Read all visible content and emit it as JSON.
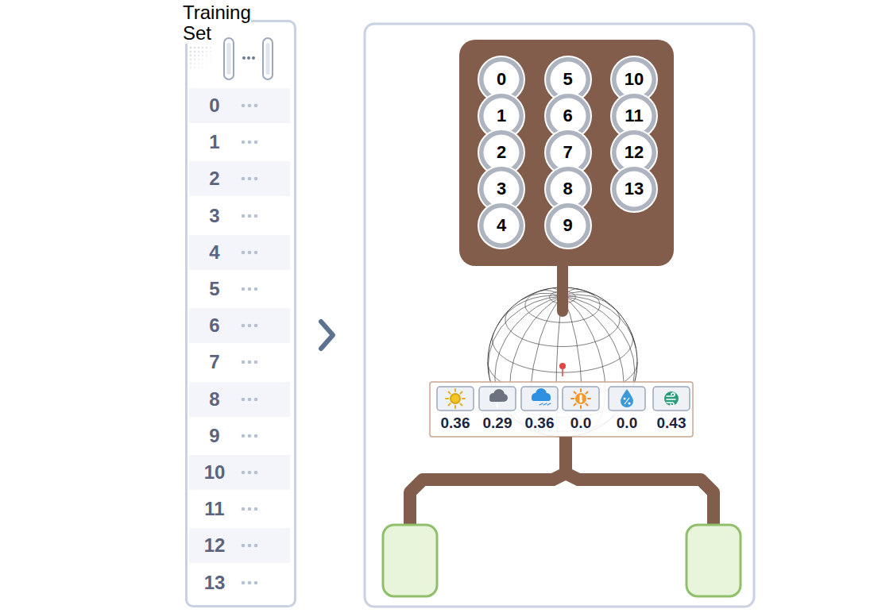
{
  "diagram": {
    "nodes": [
      {
        "text": [
          "Training Set"
        ]
      },
      {
        "text": [
          "0"
        ],
        "in": 0
      },
      {
        "text": [
          "1"
        ],
        "in": 0
      },
      {
        "text": [
          "2"
        ],
        "in": 0
      },
      {
        "text": [
          "3"
        ],
        "in": 0
      },
      {
        "text": [
          "4"
        ],
        "in": 0
      },
      {
        "text": [
          "5"
        ],
        "in": 0
      },
      {
        "text": [
          "6"
        ],
        "in": 0
      },
      {
        "text": [
          "7"
        ],
        "in": 0
      },
      {
        "text": [
          "8"
        ],
        "in": 0
      },
      {
        "text": [
          "9"
        ],
        "in": 0
      },
      {
        "text": [
          "10"
        ],
        "in": 0
      },
      {
        "text": [
          "11"
        ],
        "in": 0
      },
      {
        "text": [
          "12"
        ],
        "in": 0
      },
      {
        "text": [
          "13"
        ],
        "in": 0
      },
      {
        "text": [
          "0"
        ]
      },
      {
        "text": [
          "1"
        ]
      },
      {
        "text": [
          "2"
        ]
      },
      {
        "text": [
          "3"
        ]
      },
      {
        "text": [
          "4"
        ]
      },
      {
        "text": [
          "5"
        ]
      },
      {
        "text": [
          "6"
        ]
      },
      {
        "text": [
          "7"
        ]
      },
      {
        "text": [
          "8"
        ]
      },
      {
        "text": [
          "9"
        ]
      },
      {
        "text": [
          "10"
        ]
      },
      {
        "text": [
          "11"
        ]
      },
      {
        "text": [
          "12"
        ]
      },
      {
        "text": [
          "13"
        ]
      }
    ],
    "labels": [
      "0.36",
      "0.29",
      "0.36",
      "0.0",
      "0.0",
      "0.43"
    ]
  }
}
